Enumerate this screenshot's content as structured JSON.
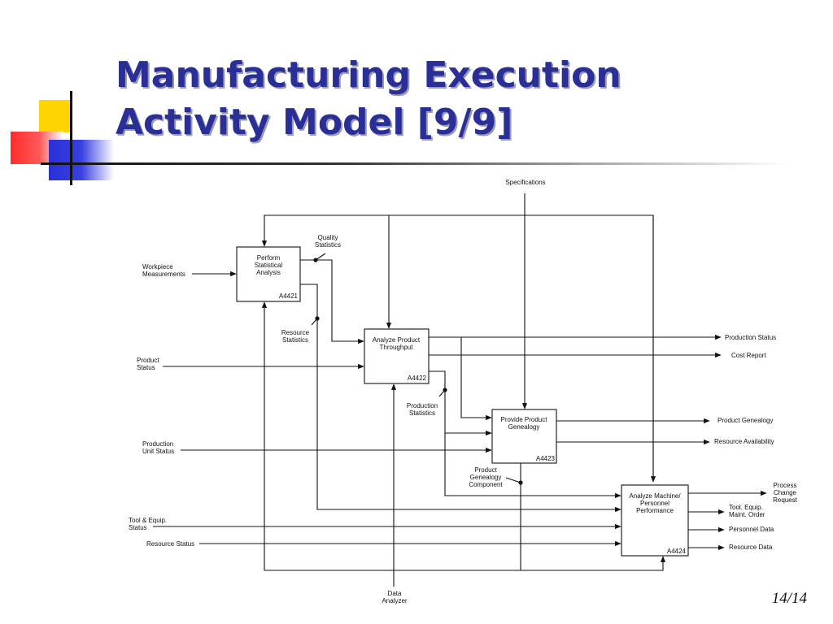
{
  "slide": {
    "title_line1": "Manufacturing Execution",
    "title_line2": "Activity Model [9/9]",
    "page_number": "14/14"
  },
  "diagram": {
    "boxes": {
      "a4421": {
        "label": [
          "Perform",
          "Statistical",
          "Analysis"
        ],
        "code": "A4421"
      },
      "a4422": {
        "label": [
          "Analyze Product",
          "Throughput"
        ],
        "code": "A4422"
      },
      "a4423": {
        "label": [
          "Provide Product",
          "Genealogy"
        ],
        "code": "A4423"
      },
      "a4424": {
        "label": [
          "Analyze Machine/",
          "Personnel",
          "Performance"
        ],
        "code": "A4424"
      }
    },
    "labels": {
      "specifications": [
        "Specifications"
      ],
      "quality_statistics": [
        "Quality",
        "Statistics"
      ],
      "workpiece_measurements": [
        "Workpiece",
        "Measurements"
      ],
      "resource_statistics": [
        "Resource",
        "Statistics"
      ],
      "product_status": [
        "Product",
        "Status"
      ],
      "production_statistics": [
        "Production",
        "Statistics"
      ],
      "production_unit_status": [
        "Production",
        "Unit  Status"
      ],
      "product_genealogy_component": [
        "Product",
        "Genealogy",
        "Component"
      ],
      "tool_equip_status": [
        "Tool & Equip.",
        "Status"
      ],
      "resource_status": [
        "Resource Status"
      ],
      "data_analyzer": [
        "Data",
        "Analyzer"
      ],
      "production_status_out": [
        "Production Status"
      ],
      "cost_report": [
        "Cost Report"
      ],
      "product_genealogy_out": [
        "Product Genealogy"
      ],
      "resource_availability": [
        "Resource Availability"
      ],
      "process_change_request": [
        "Process",
        "Change",
        "Request"
      ],
      "tool_equip_maint_order": [
        "Tool. Equip.",
        "Maint. Order"
      ],
      "personnel_data": [
        "Personnel Data"
      ],
      "resource_data": [
        "Resource Data"
      ]
    }
  }
}
